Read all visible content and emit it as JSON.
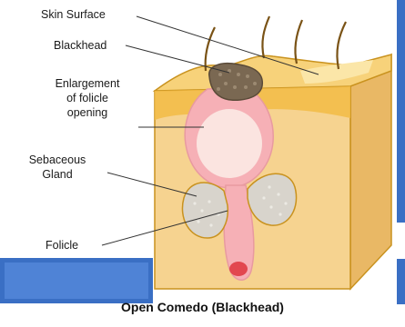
{
  "labels": {
    "skin_surface": "Skin Surface",
    "blackhead": "Blackhead",
    "enlargement_line1": "Enlargement",
    "enlargement_line2": "of folicle",
    "enlargement_line3": "opening",
    "sebaceous_line1": "Sebaceous",
    "sebaceous_line2": "Gland",
    "folicle": "Folicle"
  },
  "caption": "Open Comedo (Blackhead)",
  "colors": {
    "skin_top": "#f7d27a",
    "skin_front": "#f6d390",
    "skin_side": "#e9b865",
    "outline": "#c9921e",
    "pore_pink": "#f6b0b6",
    "pore_core": "#fbe4e0",
    "gland": "#d8d4cc",
    "blackhead": "#7a6852",
    "frame_blue": "#3a6fc4"
  }
}
